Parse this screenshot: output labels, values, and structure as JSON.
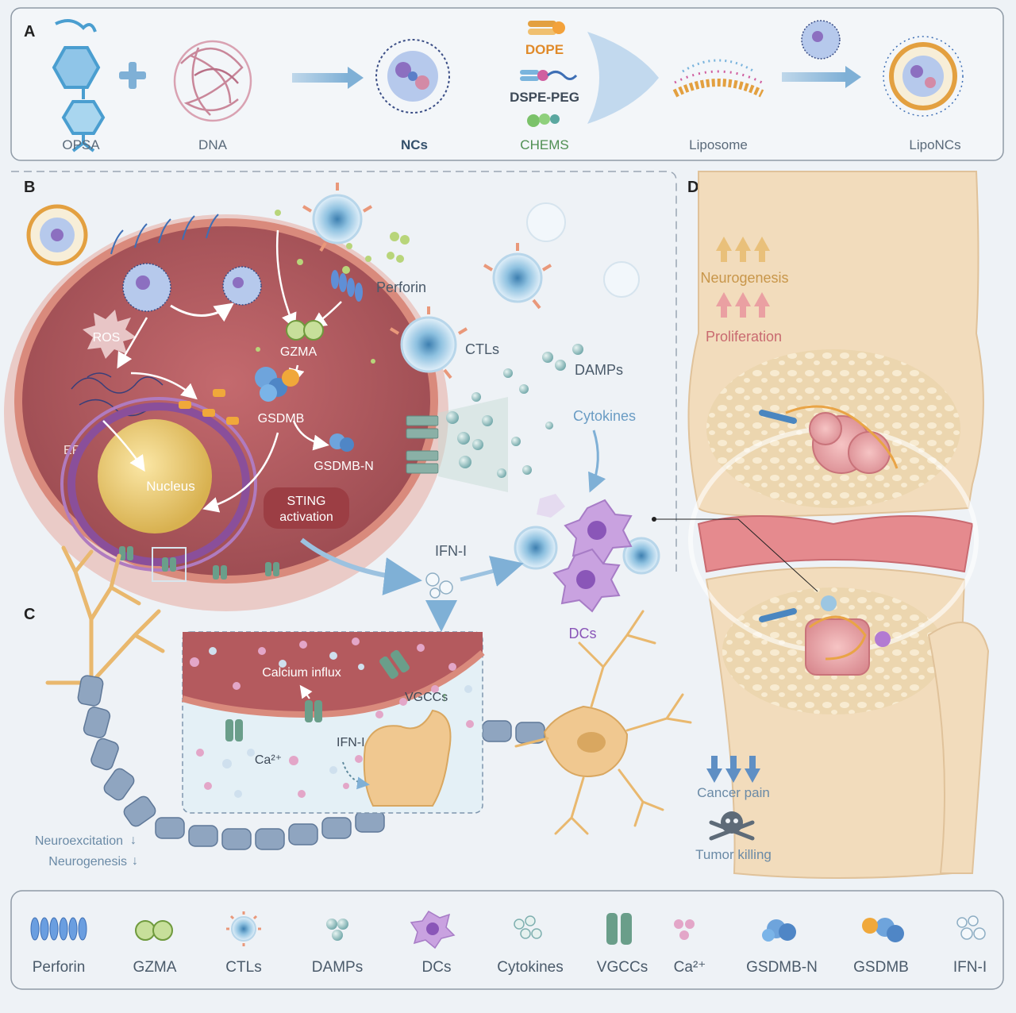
{
  "panels": {
    "a": {
      "letter": "A",
      "labels": {
        "opsa": "OPSA",
        "dna": "DNA",
        "ncs": "NCs",
        "dope": "DOPE",
        "dspe_peg": "DSPE-PEG",
        "chems": "CHEMS",
        "liposome": "Liposome",
        "liponcs": "LipoNCs"
      }
    },
    "b": {
      "letter": "B",
      "labels": {
        "ros": "ROS",
        "er": "ER",
        "nucleus": "Nucleus",
        "gzma": "GZMA",
        "gsdmb": "GSDMB",
        "gsdmb_n": "GSDMB-N",
        "sting_line1": "STING",
        "sting_line2": "activation",
        "perforin": "Perforin",
        "ctls": "CTLs",
        "damps": "DAMPs",
        "cytokines": "Cytokines",
        "ifn": "IFN-I",
        "dcs": "DCs"
      }
    },
    "c": {
      "letter": "C",
      "labels": {
        "calcium_influx": "Calcium influx",
        "vgccs": "VGCCs",
        "ifn": "IFN-I",
        "ca": "Ca²⁺",
        "neuroexcitation": "Neuroexcitation",
        "neurogenesis": "Neurogenesis"
      }
    },
    "d": {
      "letter": "D",
      "labels": {
        "neurogenesis": "Neurogenesis",
        "proliferation": "Proliferation",
        "cancer_pain": "Cancer pain",
        "tumor_killing": "Tumor killing"
      }
    }
  },
  "legend": [
    {
      "label": "Perforin",
      "icon": "perforin-icon"
    },
    {
      "label": "GZMA",
      "icon": "gzma-icon"
    },
    {
      "label": "CTLs",
      "icon": "ctl-icon"
    },
    {
      "label": "DAMPs",
      "icon": "damps-icon"
    },
    {
      "label": "DCs",
      "icon": "dc-icon"
    },
    {
      "label": "Cytokines",
      "icon": "cytokines-icon"
    },
    {
      "label": "VGCCs",
      "icon": "vgcc-icon"
    },
    {
      "label": "Ca²⁺",
      "icon": "calcium-icon"
    },
    {
      "label": "GSDMB-N",
      "icon": "gsdmb-n-icon"
    },
    {
      "label": "GSDMB",
      "icon": "gsdmb-icon"
    },
    {
      "label": "IFN-I",
      "icon": "ifn-icon"
    }
  ],
  "colors": {
    "cell": "#b45a5e",
    "membrane": "#d4847a",
    "nucleus": "#e8c96a",
    "er": "#8a4f9a",
    "gzma": "#a8c86a",
    "perforin": "#5f8fd6",
    "ctl": "#6ea4c8",
    "dc": "#b27ad2",
    "vgcc": "#6a9e8a",
    "bone": "#f0d9b4",
    "cartilage": "#e58a8e",
    "neuron": "#e9b86e",
    "axon": "#6f88a8"
  }
}
